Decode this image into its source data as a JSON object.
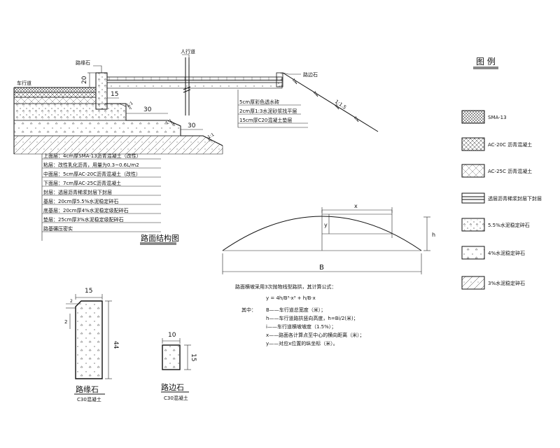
{
  "section": {
    "car_lane": "车行道",
    "curb": "路缘石",
    "sidewalk": "人行道",
    "edge_stone": "路边石",
    "slope": "1:1.5",
    "dim_20": "20",
    "dim_15": "15",
    "dim_30a": "30",
    "dim_30b": "30",
    "ratio_a": "1:1",
    "ratio_b": "1:1",
    "ratio_c": "1:1",
    "sidewalk_layers": [
      "5cm厚彩色透水砖",
      "2cm厚1:3水泥砂浆找平层",
      "15cm厚C20混凝土垫层"
    ],
    "road_layers": [
      "上面层：4cm厚SMA-13沥青混凝土（改性）",
      "粘层：改性乳化沥青，用量为0.3~0.6L/m2",
      "中面层：5cm厚AC-20C沥青混凝土（改性）",
      "下面层：7cm厚AC-25C沥青混凝土",
      "封层：透层沥青稀浆封层下封层",
      "基层：20cm厚5.5%水泥稳定碎石",
      "底基层：20cm厚4%水泥稳定级配碎石",
      "垫层：25cm厚3%水泥稳定级配碎石",
      "路基碾压密实"
    ],
    "title": "路面结构图"
  },
  "legend": {
    "title": "图 例",
    "items": [
      "SMA-13",
      "AC-20C 沥青混凝土",
      "AC-25C 沥青混凝土",
      "透层沥青稀浆封层下封层",
      "5.5%水泥稳定碎石",
      "4%水泥稳定碎石",
      "3%水泥稳定碎石"
    ]
  },
  "crown": {
    "x_label": "x",
    "y_label": "y",
    "h_label": "h",
    "b_label": "B",
    "intro": "路面横坡采用3次抛物线型路拱，其计算公式：",
    "formula": "y = 4h/B³·x³ + h/B·x",
    "where": "其中：",
    "notes": [
      "B——车行道总宽度（米）；",
      "h——车行道路拱竖向高度，h=Bi/2(米)；",
      "i——车行道横坡坡度（1.5%）；",
      "x——路面各计算点至中心的横向距离（米）；",
      "y——对应x位置的纵坐标（米）。"
    ]
  },
  "curb_detail": {
    "dim_top": "15",
    "dim_chamfer": "2",
    "dim_side": "2",
    "dim_height": "44",
    "name": "路缘石",
    "material": "C30混凝土"
  },
  "edge_detail": {
    "dim_top": "10",
    "dim_side": "15",
    "name": "路边石",
    "material": "C30混凝土"
  }
}
